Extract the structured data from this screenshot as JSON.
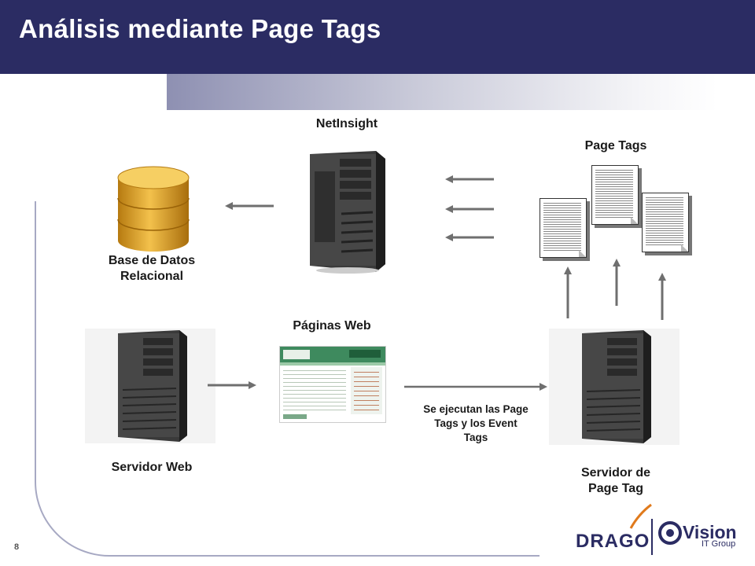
{
  "title": "Análisis mediante Page Tags",
  "page_number": "8",
  "labels": {
    "netinsight": "NetInsight",
    "page_tags": "Page Tags",
    "db_line1": "Base de Datos",
    "db_line2": "Relacional",
    "paginas_web": "Páginas Web",
    "servidor_web": "Servidor Web",
    "se_line1": "Se ejecutan las Page",
    "se_line2": "Tags y los Event",
    "se_line3": "Tags",
    "sdpt_line1": "Servidor de",
    "sdpt_line2": "Page Tag"
  },
  "logo": {
    "drago": "DRAGO",
    "vision": "Vision",
    "group": "IT Group"
  },
  "colors": {
    "header": "#2b2c63",
    "arrow": "#6f6f6f",
    "db_gold": "#e0a224",
    "frame": "#a7a9c3"
  },
  "icons": [
    "database-icon",
    "server-icon",
    "document-icon",
    "webpage-thumbnail",
    "arrow-icon"
  ]
}
